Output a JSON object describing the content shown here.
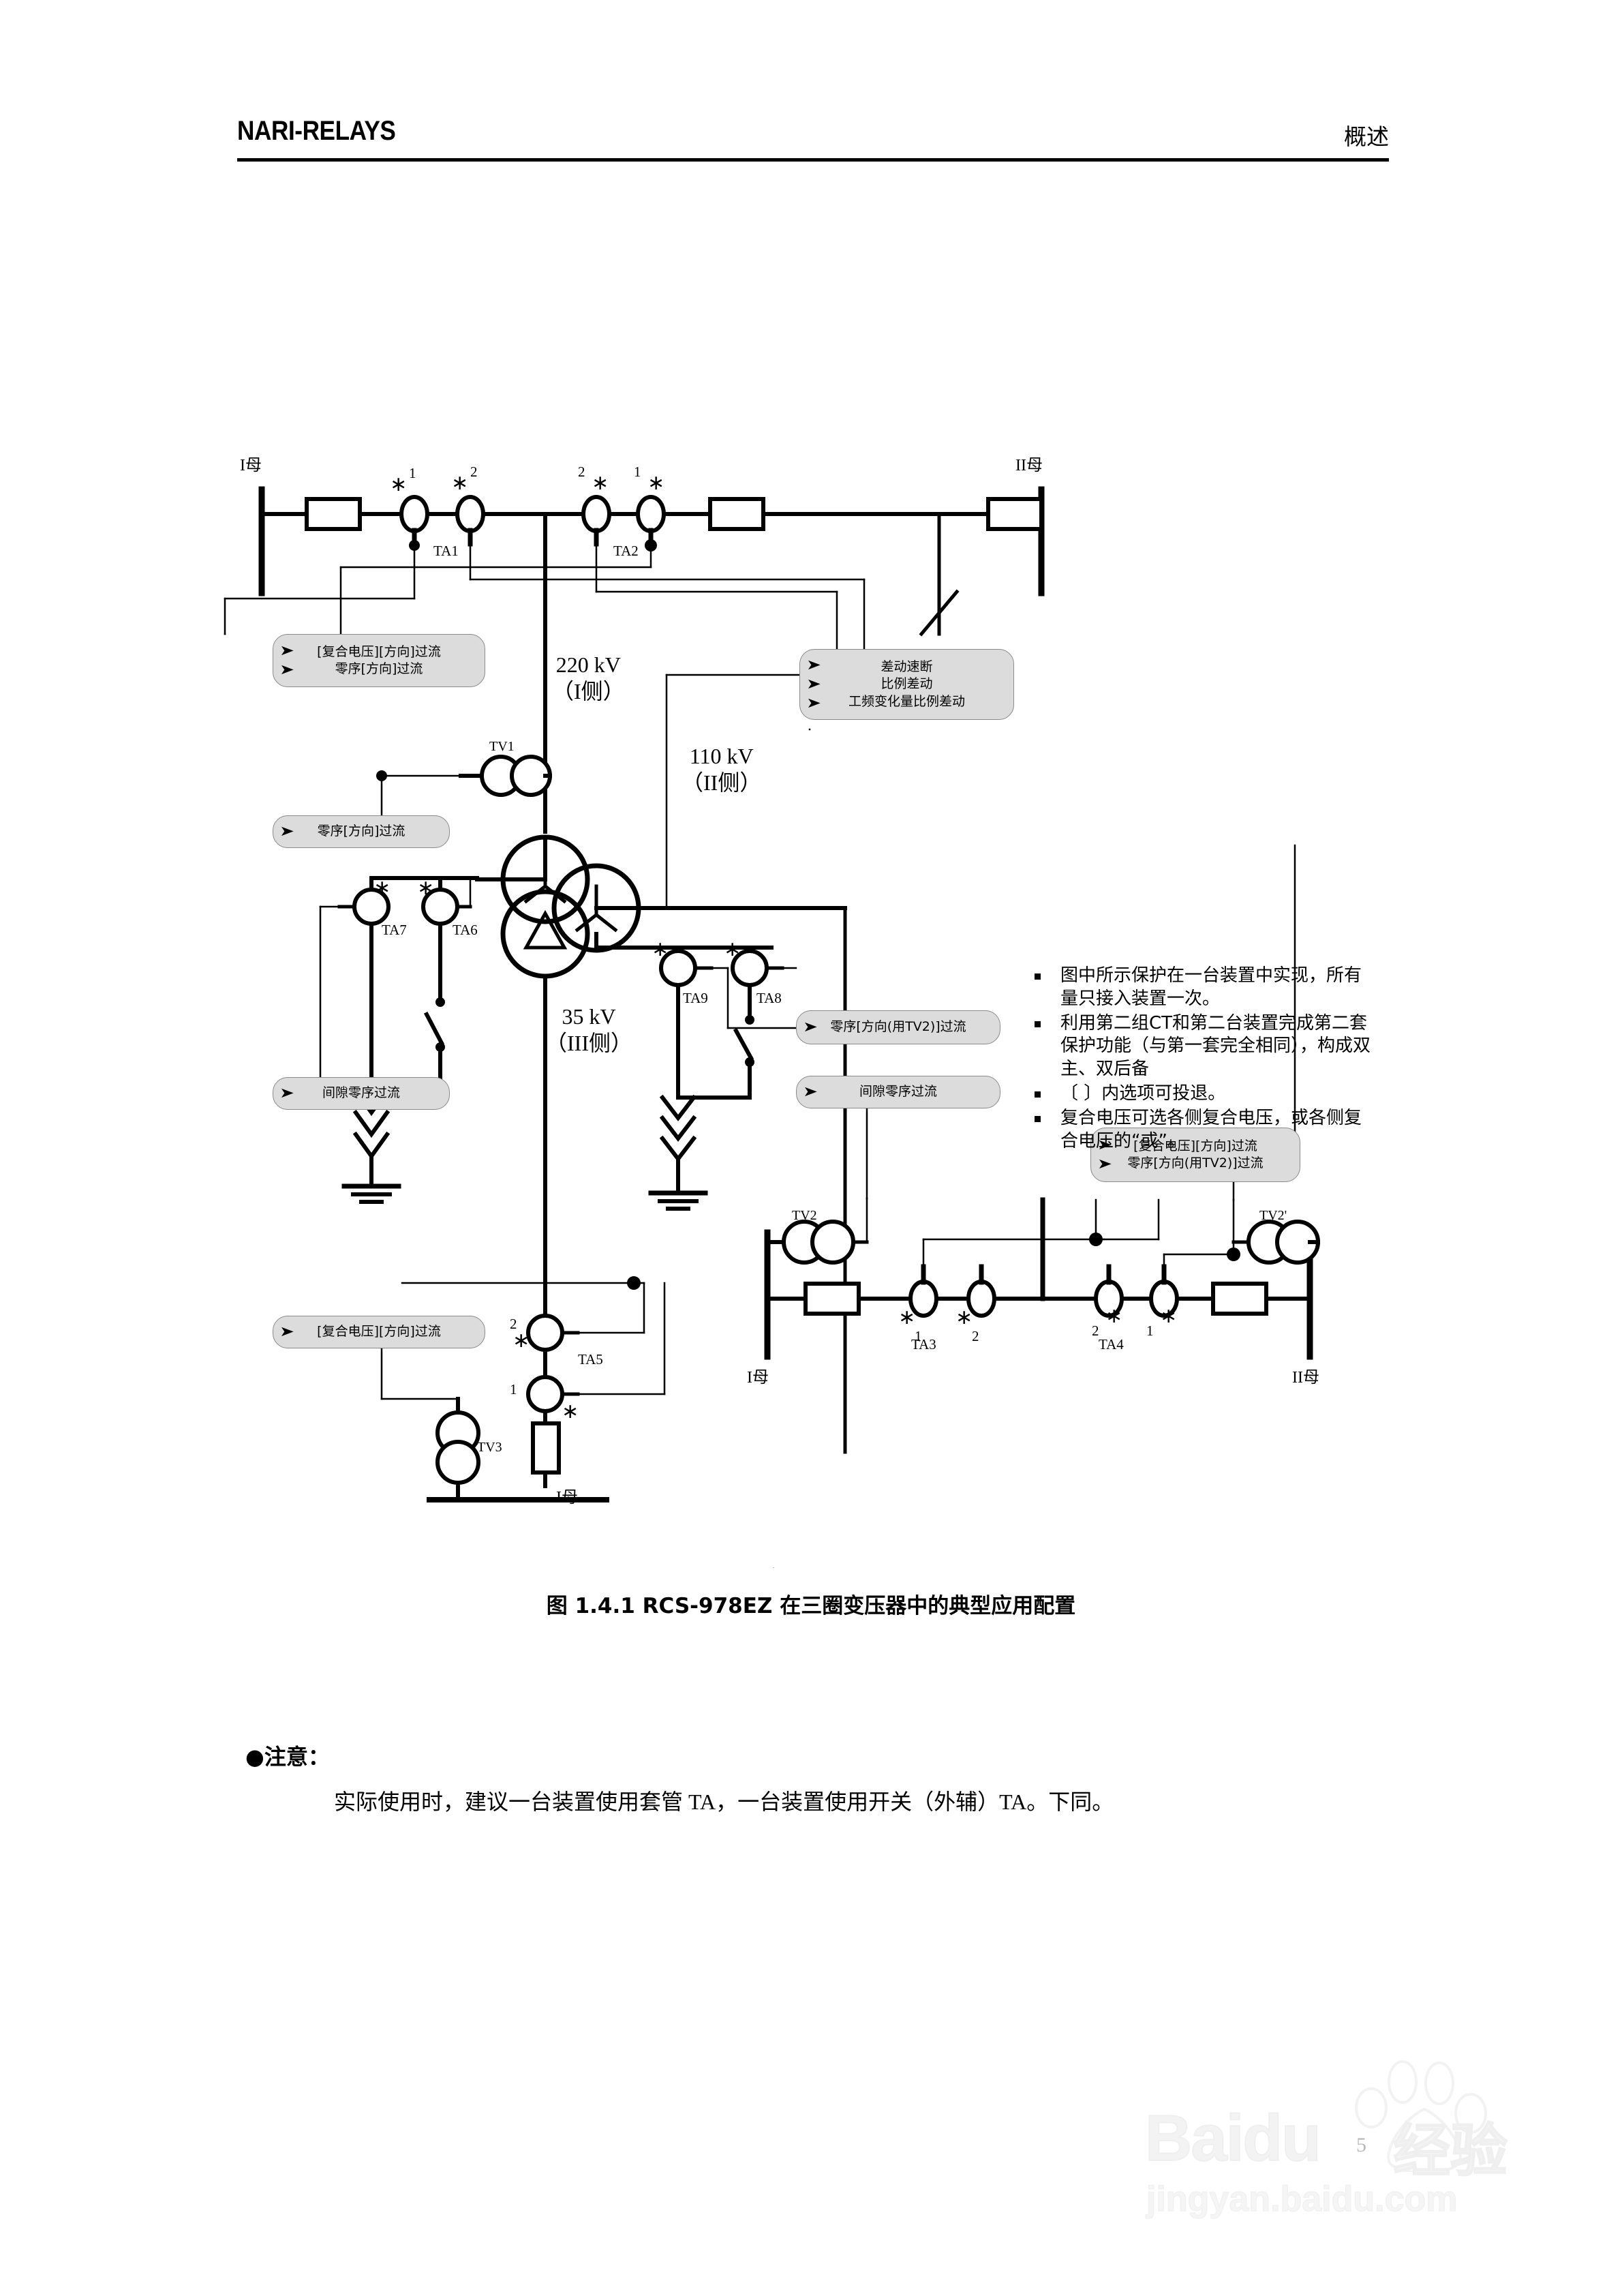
{
  "header": {
    "logo": "NARI-RELAYS",
    "section": "概述"
  },
  "diagram": {
    "buses": {
      "top_left": "I母",
      "top_right": "II母",
      "bottom_left": "I母",
      "bottom_right": "II母",
      "tertiary": "I母"
    },
    "voltage_labels": [
      {
        "id": "side-I",
        "value": "220 kV",
        "side": "（I侧）"
      },
      {
        "id": "side-II",
        "value": "110 kV",
        "side": "（II侧）"
      },
      {
        "id": "side-III",
        "value": "35 kV",
        "side": "（III侧）"
      }
    ],
    "ct_labels": [
      "TA1",
      "TA2",
      "TA3",
      "TA4",
      "TA5",
      "TA6",
      "TA7",
      "TA8",
      "TA9"
    ],
    "vt_labels": [
      "TV1",
      "TV2",
      "TV2'",
      "TV3"
    ],
    "polarity_marks": [
      "1",
      "2"
    ],
    "star_symbol": "∗",
    "boxes": [
      {
        "id": "box-hv-overcurrent",
        "lines": [
          "[复合电压][方向]过流",
          "零序[方向]过流"
        ]
      },
      {
        "id": "box-hv-zeroseq",
        "lines": [
          "零序[方向]过流"
        ]
      },
      {
        "id": "box-differential",
        "lines": [
          "差动速断",
          "比例差动",
          "工频变化量比例差动"
        ]
      },
      {
        "id": "box-hv-gap",
        "lines": [
          "间隙零序过流"
        ]
      },
      {
        "id": "box-mv-zeroseq-tv2",
        "lines": [
          "零序[方向(用TV2)]过流"
        ]
      },
      {
        "id": "box-mv-gap",
        "lines": [
          "间隙零序过流"
        ]
      },
      {
        "id": "box-mv-overcurrent",
        "lines": [
          "[复合电压][方向]过流",
          "零序[方向(用TV2)]过流"
        ]
      },
      {
        "id": "box-lv-overcurrent",
        "lines": [
          "[复合电压][方向]过流"
        ]
      }
    ],
    "notes": [
      "图中所示保护在一台装置中实现，所有量只接入装置一次。",
      "利用第二组CT和第二台装置完成第二套保护功能（与第一套完全相同），构成双主、双后备",
      "〔 〕内选项可投退。",
      "复合电压可选各侧复合电压，或各侧复合电压的“或”。"
    ]
  },
  "caption": "图 1.4.1 RCS-978EZ 在三圈变压器中的典型应用配置",
  "note": {
    "heading": "●注意：",
    "body": "实际使用时，建议一台装置使用套管 TA，一台装置使用开关（外辅）TA。下同。"
  },
  "watermark": {
    "brand": "Baidu",
    "brand_cn": "经验",
    "url": "jingyan.baidu.com"
  },
  "page_number": "5",
  "colors": {
    "ink": "#000000",
    "box_fill": "#dcdcdc",
    "box_stroke": "#8a8a8a",
    "watermark": "#f2f2f2"
  }
}
